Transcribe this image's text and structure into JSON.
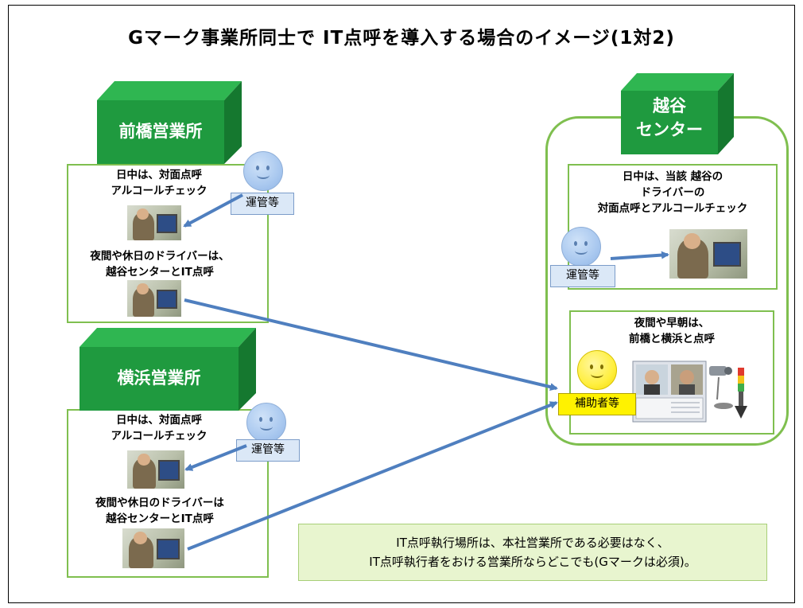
{
  "title": "Gマーク事業所同士で IT点呼を導入する場合のイメージ(1対2)",
  "maebashi": {
    "name": "前橋営業所",
    "day_text": [
      "日中は、対面点呼",
      "アルコールチェック"
    ],
    "night_text": [
      "夜間や休日のドライバーは、",
      "越谷センターとIT点呼"
    ],
    "operator_label": "運管等"
  },
  "yokohama": {
    "name": "横浜営業所",
    "day_text": [
      "日中は、対面点呼",
      "アルコールチェック"
    ],
    "night_text": [
      "夜間や休日のドライバーは",
      "越谷センターとIT点呼"
    ],
    "operator_label": "運管等"
  },
  "koshigaya": {
    "name": [
      "越谷",
      "センター"
    ],
    "day_text": [
      "日中は、当該 越谷の",
      "ドライバーの",
      "対面点呼とアルコールチェック"
    ],
    "operator_label": "運管等",
    "night_text": [
      "夜間や早朝は、",
      "前橋と横浜と点呼"
    ],
    "assistant_label": "補助者等"
  },
  "note": [
    "IT点呼執行場所は、本社営業所である必要はなく、",
    "IT点呼執行者をおける営業所ならどこでも(Gマークは必須)。"
  ],
  "colors": {
    "cube_front": "#1f9a3f",
    "cube_top": "#2fb651",
    "cube_side": "#15782f",
    "box_border": "#7fbf4f",
    "arrow": "#4f7fbf",
    "note_bg": "#e8f5cf"
  }
}
